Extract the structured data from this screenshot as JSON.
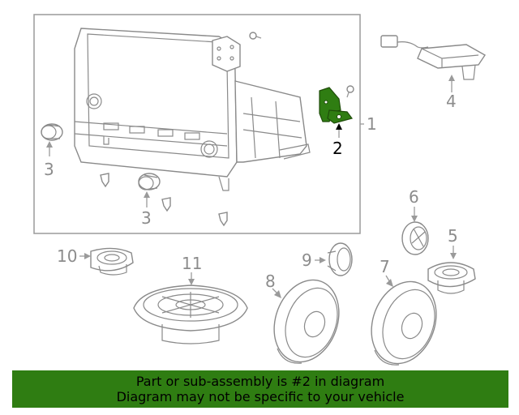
{
  "callouts": {
    "c1": "1",
    "c2": "2",
    "c3a": "3",
    "c3b": "3",
    "c4": "4",
    "c5": "5",
    "c6": "6",
    "c7": "7",
    "c8": "8",
    "c9": "9",
    "c10": "10",
    "c11": "11"
  },
  "highlight": {
    "part_number": "2",
    "color": "#2f7d12"
  },
  "banner": {
    "line1": "Part or sub-assembly is #2 in diagram",
    "line2": "Diagram may not be specific to your vehicle",
    "color": "#2f7d12"
  }
}
